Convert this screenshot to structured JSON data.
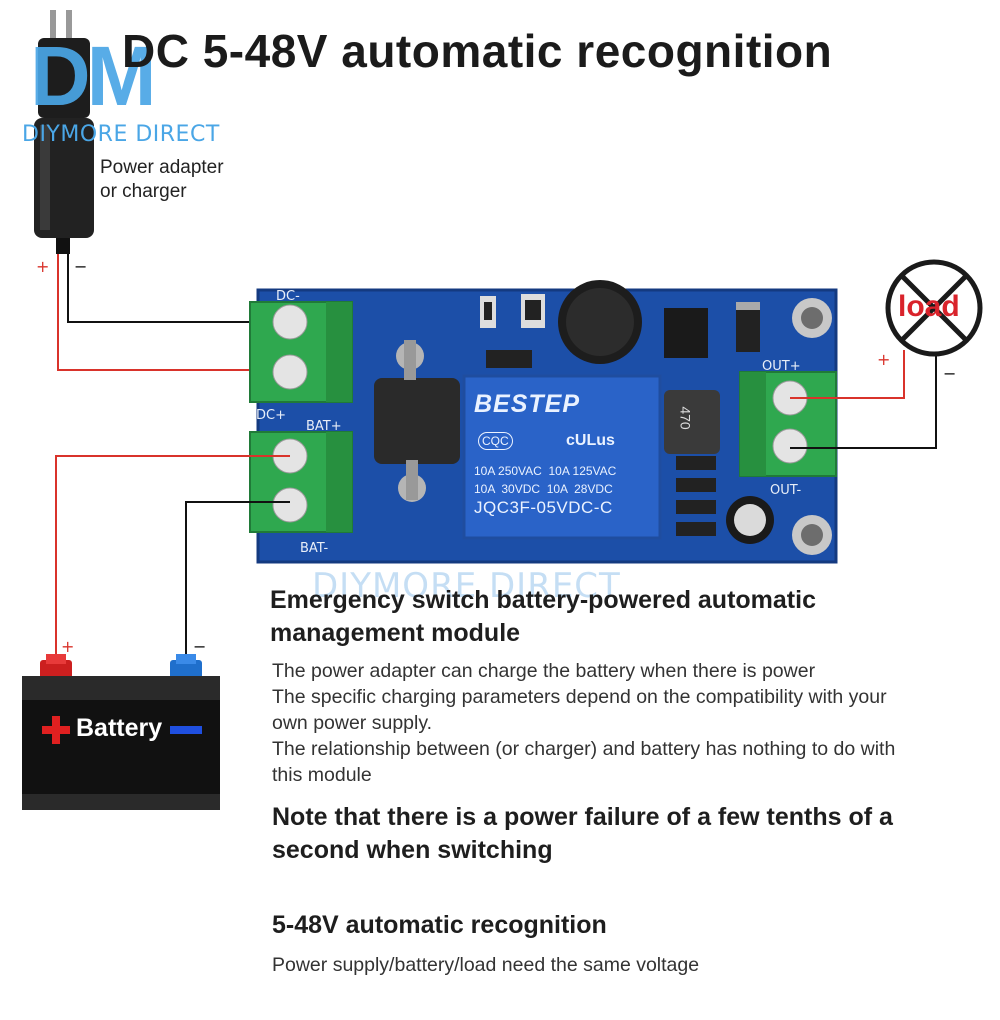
{
  "title": "DC 5-48V automatic recognition",
  "logo": {
    "letters": "DM",
    "text": "DIYMORE DIRECT"
  },
  "watermark": "DIYMORE DIRECT",
  "adapter": {
    "label_line1": "Power adapter",
    "label_line2": "or charger",
    "plus": "+",
    "minus": "−"
  },
  "load": {
    "label": "load",
    "plus": "+",
    "minus": "−"
  },
  "battery": {
    "label": "Battery",
    "plus": "+",
    "minus": "−"
  },
  "pcb": {
    "dc_minus": "DC-",
    "dc_plus": "DC+",
    "bat_plus": "BAT+",
    "bat_minus": "BAT-",
    "out_plus": "OUT+",
    "out_minus": "OUT-",
    "relay_brand": "BESTEP",
    "relay_cert1": "CQC",
    "relay_cert2": "cULus",
    "relay_spec1": "10A 250VAC  10A 125VAC",
    "relay_spec2": "10A  30VDC  10A  28VDC",
    "relay_model": "JQC3F-05VDC-C",
    "inductor": "470"
  },
  "content": {
    "heading1": "Emergency switch battery-powered automatic management module",
    "body_lines": [
      "The power adapter can charge the battery when there is power",
      "The specific charging parameters depend on the compatibility with your",
      "own power supply.",
      "The relationship between (or charger) and battery has nothing to do with",
      "this module"
    ],
    "note": "Note that there is a power failure of a few tenths of a second when switching",
    "heading2": "5-48V automatic recognition",
    "body2": "Power supply/battery/load need the same voltage"
  },
  "colors": {
    "pcb_blue": "#1c4fa8",
    "terminal_green": "#2fa84f",
    "relay_blue": "#2a63c8",
    "wire_red": "#d9332b",
    "wire_black": "#111111",
    "logo_blue": "#4aa6e6"
  }
}
